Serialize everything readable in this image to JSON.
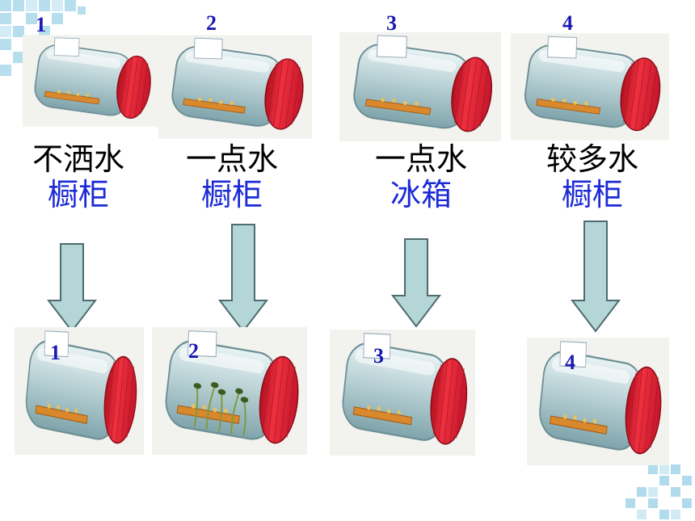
{
  "experiments": [
    {
      "number": "1",
      "water": "不洒水",
      "place": "橱柜",
      "germinated": false
    },
    {
      "number": "2",
      "water": "一点水",
      "place": "橱柜",
      "germinated": true
    },
    {
      "number": "3",
      "water": "一点水",
      "place": "冰箱",
      "germinated": false
    },
    {
      "number": "4",
      "water": "较多水",
      "place": "橱柜",
      "germinated": false
    }
  ],
  "colors": {
    "label": "#1a1ab4",
    "place_text": "#1c2ad6",
    "arrow_fill": "#b5d6d6",
    "arrow_stroke": "#4d6b70",
    "jar_lid": "#e8283c",
    "deco_tiles": "#9ed3e8"
  }
}
